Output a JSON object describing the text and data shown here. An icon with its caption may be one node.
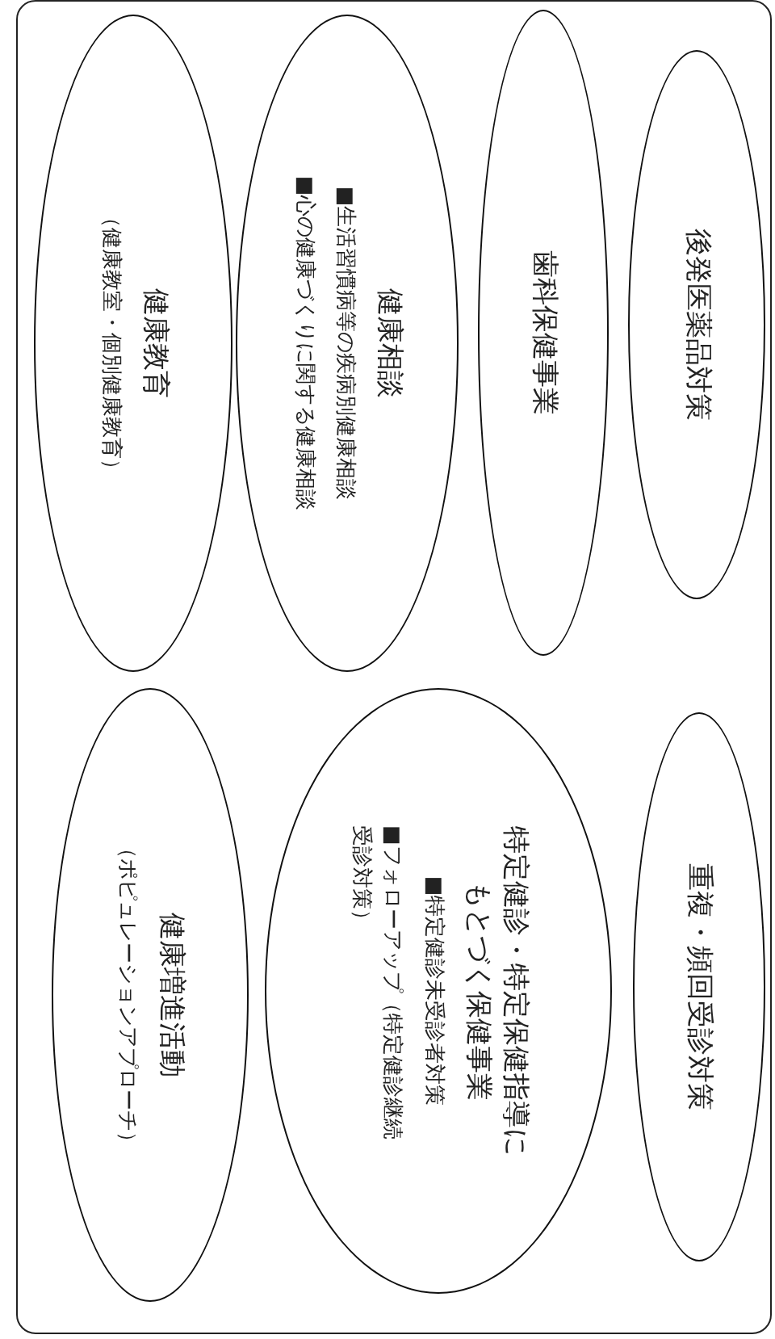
{
  "diagram": {
    "nodes": [
      {
        "text": [],
        "shape": "box"
      },
      {
        "text": [
          "後発医薬品対策"
        ],
        "in": 0
      },
      {
        "text": [
          "重複・頻回受診対策"
        ],
        "in": 0
      },
      {
        "text": [
          "歯科保健事業"
        ],
        "in": 0
      },
      {
        "text": [
          "特定健診・特定保健指導にもとづく保健事業",
          "■特定健診未受診者対策",
          "■フォローアップ（特定健診継続受診対策）"
        ],
        "in": 0
      },
      {
        "text": [
          "健康相談",
          "■生活習慣病等の疾病別健康相談",
          "■心の健康づくりに関する健康相談"
        ],
        "in": 0
      },
      {
        "text": [
          "健康教育",
          "（健康教室・個別健康教育）"
        ],
        "in": 0
      },
      {
        "text": [
          "健康増進活動",
          "（ポピュレーションアプローチ）"
        ],
        "in": 0
      }
    ]
  }
}
